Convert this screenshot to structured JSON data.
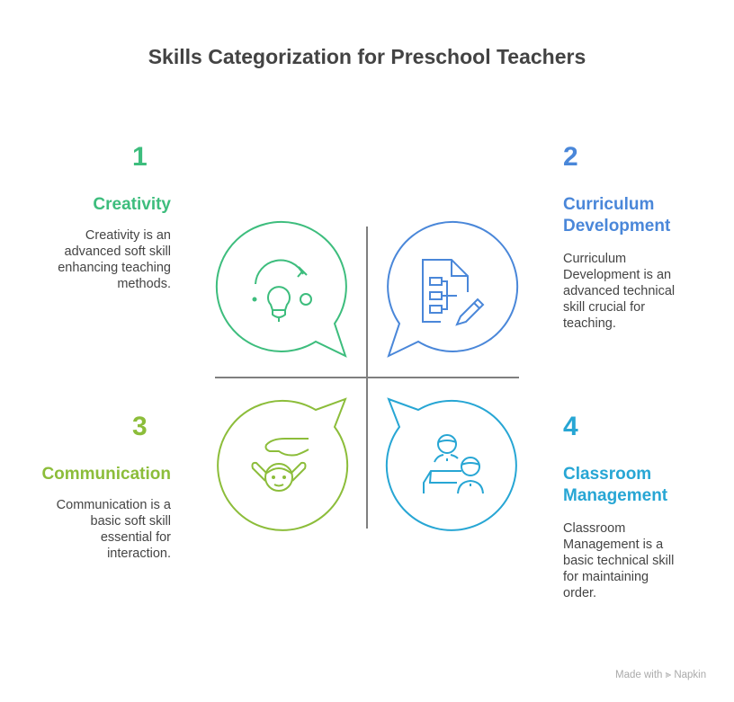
{
  "title": "Skills Categorization for Preschool Teachers",
  "colors": {
    "creativity": "#3dbd7d",
    "curriculum": "#4a87d9",
    "communication": "#8cbd3a",
    "classroom": "#27a6d4",
    "divider": "#7f7f7f"
  },
  "quadrants": [
    {
      "number": "1",
      "heading": "Creativity",
      "description": [
        "Creativity is an",
        "advanced soft skill",
        "enhancing teaching",
        "methods."
      ],
      "icon": "lightbulb-idea-icon"
    },
    {
      "number": "2",
      "heading": [
        "Curriculum",
        "Development"
      ],
      "description": [
        "Curriculum",
        "Development is an",
        "advanced technical",
        "skill crucial for",
        "teaching."
      ],
      "icon": "document-flowchart-pencil-icon"
    },
    {
      "number": "3",
      "heading": "Communication",
      "description": [
        "Communication is a",
        "basic soft skill",
        "essential for",
        "interaction."
      ],
      "icon": "hand-child-icon"
    },
    {
      "number": "4",
      "heading": [
        "Classroom",
        "Management"
      ],
      "description": [
        "Classroom",
        "Management is a",
        "basic technical skill",
        "for maintaining",
        "order."
      ],
      "icon": "teacher-student-desk-icon"
    }
  ],
  "footer": {
    "made_with": "Made with",
    "brand": "Napkin"
  }
}
